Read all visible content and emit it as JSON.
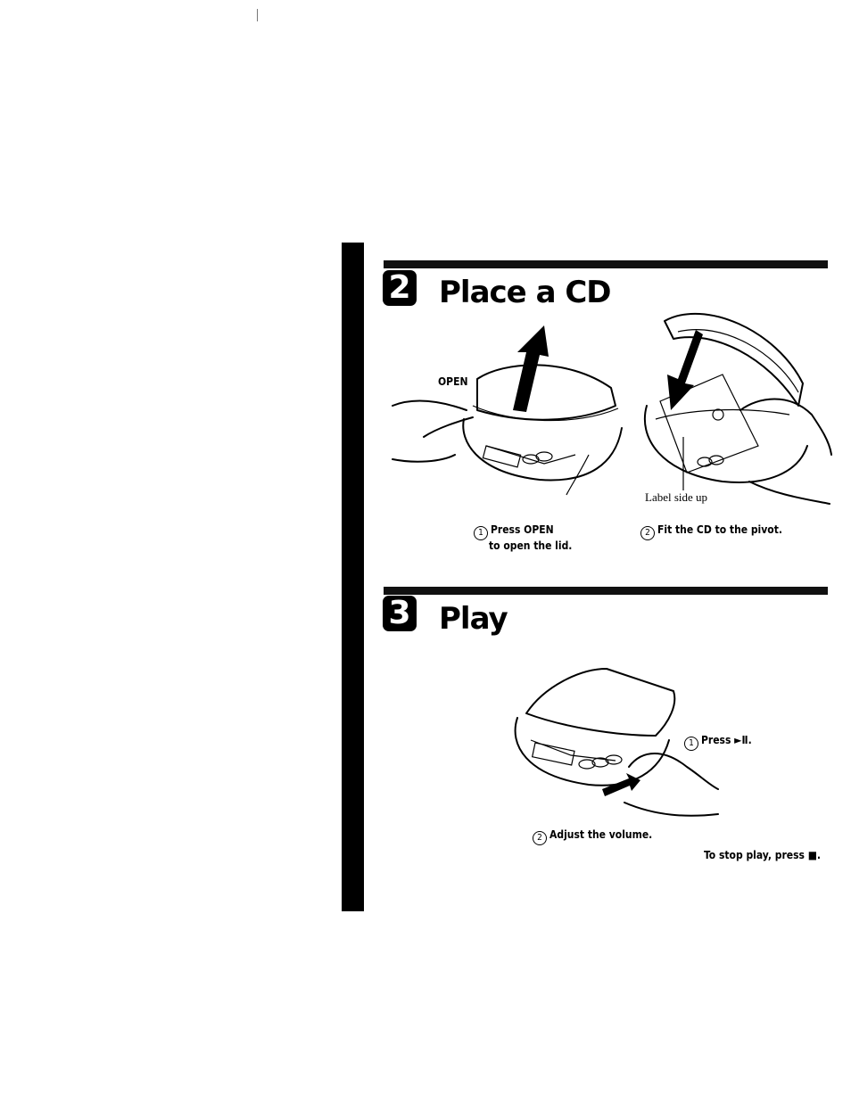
{
  "sections": [
    {
      "number": "2",
      "title": "Place a CD",
      "step1_label": "OPEN",
      "step1_caption_line1": "Press OPEN",
      "step1_caption_line2": "to open the lid.",
      "step1_num": "1",
      "step2_num": "2",
      "step2_caption": "Fit the CD to the pivot.",
      "callout": "Label side up"
    },
    {
      "number": "3",
      "title": "Play",
      "step1_num": "1",
      "step1_caption": "Press ►Ⅱ.",
      "step2_num": "2",
      "step2_caption": "Adjust the volume.",
      "note": "To stop play, press ■."
    }
  ]
}
